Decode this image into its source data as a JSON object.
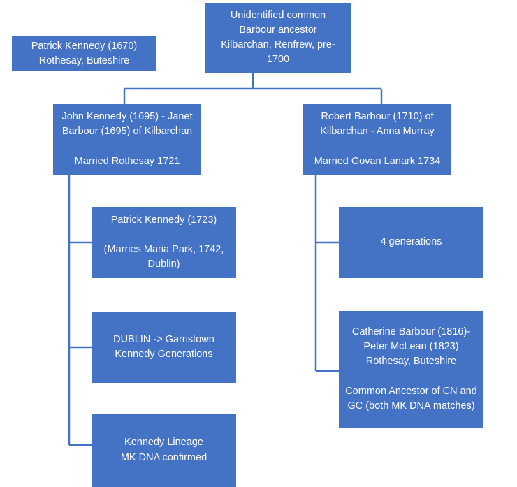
{
  "diagram": {
    "title": "Barbour / Kennedy ancestry chart",
    "accent_color": "#4472C4",
    "text_color": "#FFFFFF",
    "background_color": "#FFFFFF",
    "connector_color": "#4472C4"
  },
  "nodes": {
    "common_ancestor": {
      "line1": "Unidentified common",
      "line2": "Barbour ancestor",
      "line3": "Kilbarchan, Renfrew, pre-",
      "line4": "1700"
    },
    "patrick_kennedy_1670": {
      "line1": "Patrick Kennedy (1670)",
      "line2": "Rothesay, Buteshire"
    },
    "john_kennedy_1695": {
      "line1": "John Kennedy (1695) - Janet",
      "line2": "Barbour (1695) of Kilbarchan",
      "line3": "Married Rothesay 1721"
    },
    "robert_barbour_1710": {
      "line1": "Robert Barbour (1710) of",
      "line2": "Kilbarchan - Anna Murray",
      "line3": "Married Govan Lanark 1734"
    },
    "patrick_kennedy_1723": {
      "line1": "Patrick Kennedy (1723)",
      "line2": "(Marries Maria Park, 1742,",
      "line3": "Dublin)"
    },
    "dublin_garristown": {
      "line1": "DUBLIN -> Garristown",
      "line2": "Kennedy Generations"
    },
    "kennedy_lineage": {
      "line1": "Kennedy Lineage",
      "line2": "MK DNA confirmed"
    },
    "four_generations": {
      "line1": "4 generations"
    },
    "catherine_barbour_1816": {
      "line1": "Catherine Barbour (1816)-",
      "line2": "Peter McLean (1823)",
      "line3": "Rothesay, Buteshire",
      "line4": "Common Ancestor of CN and",
      "line5": "GC (both MK DNA matches)"
    }
  }
}
